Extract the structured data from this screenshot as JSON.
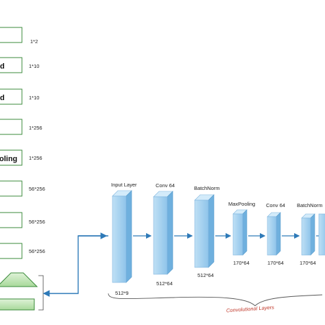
{
  "left_column": {
    "boxes": [
      {
        "label": "",
        "dim": "1*2"
      },
      {
        "label": "d",
        "dim": "1*10"
      },
      {
        "label": "d",
        "dim": "1*10"
      },
      {
        "label": "",
        "dim": "1*256"
      },
      {
        "label": "oling",
        "dim": "1*256"
      },
      {
        "label": "",
        "dim": "56*256"
      },
      {
        "label": "",
        "dim": "56*256"
      },
      {
        "label": "",
        "dim": "56*256"
      }
    ]
  },
  "conv_layers": [
    {
      "title": "Input Layer",
      "dim": "512*9"
    },
    {
      "title": "Conv 64",
      "dim": "512*64"
    },
    {
      "title": "BatchNorm",
      "dim": "512*64"
    },
    {
      "title": "MaxPooling",
      "dim": "170*64"
    },
    {
      "title": "Conv 64",
      "dim": "170*64"
    },
    {
      "title": "BatchNorm",
      "dim": "170*64"
    }
  ],
  "group_label": "Convolutional Layers",
  "colors": {
    "box_stroke": "#3a8a3a",
    "block_front": "#a9d3ef",
    "block_side": "#6fb0de",
    "arrow": "#2e7ab8",
    "group_label": "#c0392b"
  }
}
